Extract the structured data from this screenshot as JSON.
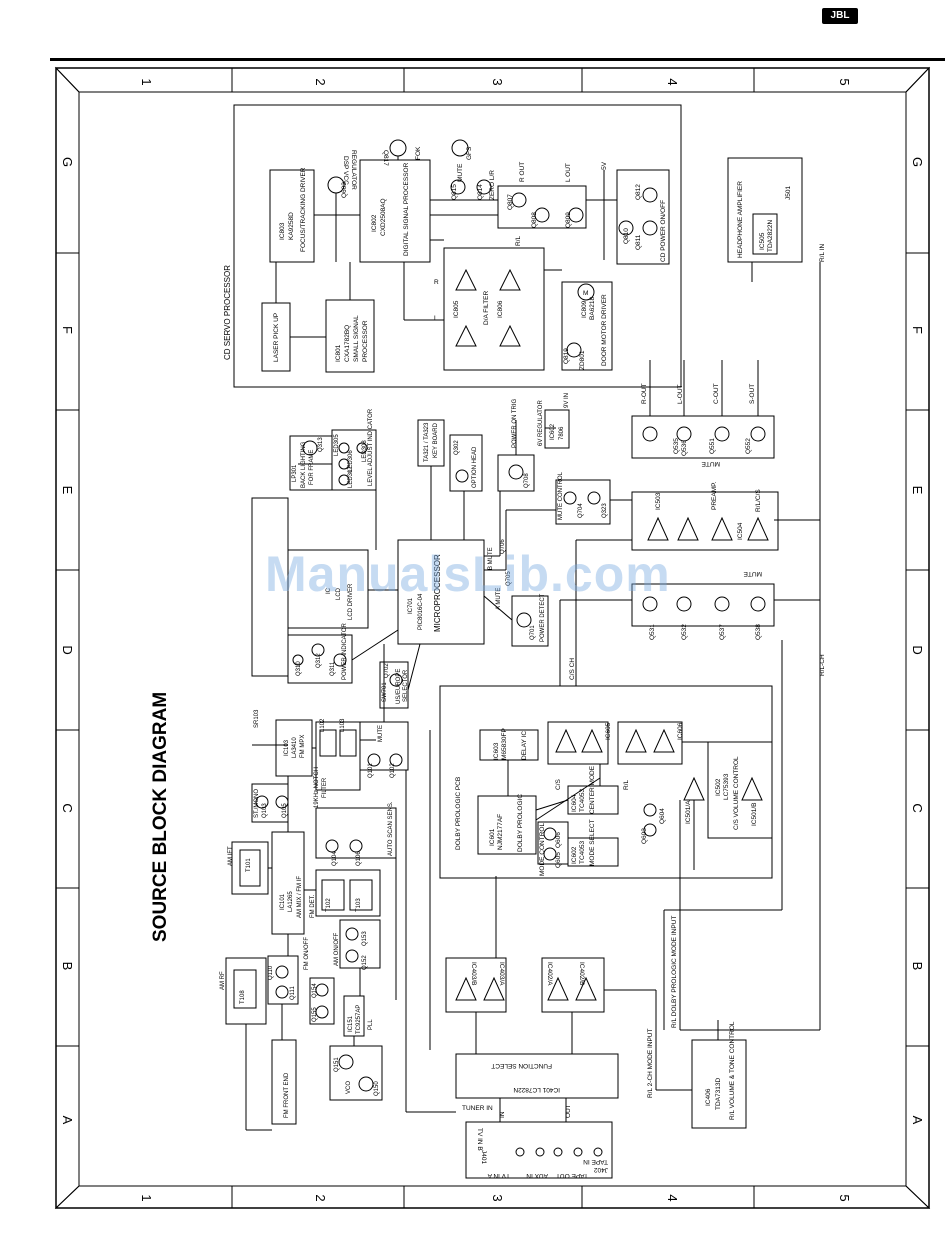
{
  "logo": "JBL",
  "title": "SOURCE BLOCK DIAGRAM",
  "watermark": "ManualsLib.com",
  "grid": {
    "columns": [
      "1",
      "2",
      "3",
      "4",
      "5"
    ],
    "rows": [
      "G",
      "F",
      "E",
      "D",
      "C",
      "B",
      "A"
    ]
  },
  "blocks": {
    "cd_servo": "CD SERVO PROCESSOR",
    "laser": "LASER PICK UP",
    "ic801_1": "IC801",
    "ic801_2": "CXA1782BQ",
    "ic801_3": "SMALL SIGNAL",
    "ic801_4": "PROCESSOR",
    "ic803_1": "IC803",
    "ic803_2": "KA9258D",
    "ic803_3": "FOCUS/TRACKING DRIVER",
    "q603": "Q603",
    "dsp_reg": "DSP VCC",
    "dsp_reg2": "REGULATOR",
    "ic802_1": "IC802",
    "ic802_2": "CXD2508AQ",
    "ic802_3": "DIGITAL SIGNAL PROCESSOR",
    "q817": "Q817",
    "fok": "FOK",
    "gfs": "GFS",
    "q815": "Q815",
    "q814": "Q814",
    "zero_lr": "ZERO L/R",
    "mute": "MUTE",
    "r_out": "R OUT",
    "l_out": "L OUT",
    "v5": "-5V",
    "q807": "Q807",
    "q808": "Q808",
    "q809": "Q809",
    "rl": "R/L",
    "q810": "Q810",
    "q811": "Q811",
    "q812": "Q812",
    "cd_power": "CD POWER ON/OFF",
    "ic805": "IC805",
    "ic806": "IC806",
    "da_filter": "D/A FILTER",
    "r": "R",
    "l": "L",
    "ic809_1": "IC809",
    "ic809_2": "BA6218",
    "door": "DOOR MOTOR DRIVER",
    "q819": "Q819",
    "zd801": "ZD801",
    "motor": "M",
    "hp_title": "HEADPHONE AMPLIFIER",
    "ic505": "IC505",
    "tda": "TDA2822N",
    "j501": "J501",
    "rl_in": "R/L IN",
    "lp301": "LP301",
    "back_light": "BACK LIGHTING",
    "for_frame": "FOR FRAME",
    "q313": "Q313",
    "led_label": "LEVEL ADJUST INDICATOR",
    "led305": "LED305",
    "led306": "LED306",
    "led307": "LED307",
    "led308": "LED308",
    "ic601_lcd": "IC",
    "lcd_1": "LCD",
    "lcd_2": "LCD DRIVER",
    "ic701_1": "IC701",
    "ic701_2": "PIC8016C-04",
    "micro": "MICROPROCESSOR",
    "ta_key": "TA321 / TA323",
    "key_board": "KEY BOARD",
    "q302": "Q302",
    "ir": "OPTION HEAD",
    "power_on_trig": "POWER ON TRIG",
    "v6": "6V REGULATOR",
    "v9": "9V IN",
    "ic602": "IC602",
    "v7806": "7806",
    "q708": "Q708",
    "q704": "Q704",
    "q323": "Q323",
    "mute_ctrl": "MUTE CONTROL",
    "q701": "Q701",
    "power_det": "POWER DETECT",
    "a_mute": "A MUTE",
    "b_mute": "B MUTE",
    "q705": "Q705",
    "q706": "Q706",
    "q311": "Q311",
    "q312": "Q312",
    "q310": "Q310",
    "power_ind": "POWER INDICATOR",
    "q702": "Q702",
    "sw701": "SW701",
    "us_euro": "US/EUROPE",
    "selector": "SELECTOR",
    "ic103_1": "IC103",
    "ic103_2": "LA3410",
    "fm_mpx": "FM MPX",
    "sr103": "SR103",
    "notch": "19KHz NOTCH",
    "filter": "FILTER",
    "l102": "L102",
    "l103": "L103",
    "q101": "Q101",
    "q102": "Q102",
    "mute2": "MUTE",
    "st_mono": "ST./MONO",
    "q103": "Q103",
    "q105": "Q105",
    "auto_scan": "AUTO SCAN SENS.",
    "q104": "Q104",
    "q106": "Q106",
    "ic101_1": "IC101",
    "ic101_2": "LA1265",
    "am_mix": "AM MIX / FM IF",
    "am_ift": "AM IFT",
    "t101": "T101",
    "fm_det": "FM DET.",
    "t102": "T102",
    "t103": "T103",
    "am_onoff": "AM ON/OFF",
    "q153": "Q153",
    "q152": "Q152",
    "fm_onoff": "FM ON/OFF",
    "q154": "Q154",
    "q155": "Q155",
    "am_rf": "AM RF",
    "q110": "Q110",
    "q111": "Q111",
    "t108": "T108",
    "fm_front": "FM FRONT END",
    "vco": "VCO",
    "q151": "Q151",
    "q150": "Q150",
    "ic151_1": "IC151",
    "ic151_2": "TC9257AP",
    "pll": "PLL",
    "ic401_1": "IC401 LC7822N",
    "ic401_2": "FUNCTION SELECT",
    "tuner_in": "TUNER IN",
    "in": "IN",
    "out": "OUT",
    "j401": "J401",
    "j402": "J402",
    "tv_in_b": "TV IN B",
    "tv_in_a": "TV IN A",
    "aux_in": "AUX IN",
    "tape_out": "TAPE OUT",
    "tape_in": "TAPE IN",
    "ic403a": "IC403/A",
    "ic403b": "IC403/B",
    "ic402a": "IC402/A",
    "ic402b": "IC402/B",
    "rl_2ch": "R/L 2-CH MODE INPUT",
    "ic406_1": "IC406",
    "ic406_2": "TDA7313D",
    "ic406_3": "R/L VOLUME & TONE CONTROL",
    "rl_dolby": "R/L DOLBY PROLOGIC MODE INPUT",
    "dolby_pcb": "DOLBY PROLOGIC PCB",
    "ic603_1": "IC603",
    "ic603_2": "M65830FP",
    "ic603_3": "DELAY IC",
    "ic601_1": "IC601",
    "ic601_2": "NJM2177AF",
    "ic601_3": "DOLBY PROLOGIC",
    "cs": "C/S",
    "rl2": "R/L",
    "ic604_1": "IC604",
    "ic604_2": "TC4053",
    "center_mode": "CENTER MODE",
    "ic602_1": "IC602",
    "ic602_2": "TC4053",
    "mode_select": "MODE SELECT",
    "q606": "Q606",
    "q605": "Q605",
    "mode_ctrl": "MODE CONTROL",
    "q603b": "Q603",
    "q604": "Q604",
    "ic605": "IC605",
    "ic606": "IC606",
    "ic502_1": "IC502",
    "ic502_2": "LC75393",
    "cs_vol": "C/S VOLUME CONTROL",
    "ic501a": "IC501/A",
    "ic501b": "IC501/B",
    "cs_ch": "C/S CH",
    "rl_ch": "R/L-CH",
    "q531": "Q531",
    "q532": "Q532",
    "q537": "Q537",
    "q538": "Q538",
    "ic503": "IC503",
    "ic504": "IC504",
    "preamp": "PREAMP.",
    "rlcs": "R/L/C/S",
    "q535": "Q535",
    "q536": "Q536",
    "q551": "Q551",
    "q552": "Q552",
    "r_out2": "R-OUT",
    "l_out2": "L-OUT",
    "c_out": "C-OUT",
    "s_out": "S-OUT"
  }
}
